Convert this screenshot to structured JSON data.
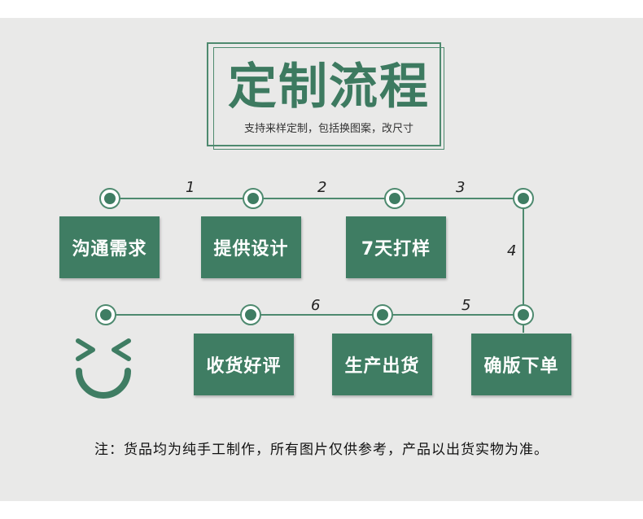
{
  "header": {
    "title": "定制流程",
    "subtitle": "支持来样定制，包括换图案，改尺寸"
  },
  "steps": [
    {
      "label": "沟通需求"
    },
    {
      "label": "提供设计"
    },
    {
      "label": "7天打样"
    },
    {
      "label": "确版下单"
    },
    {
      "label": "生产出货"
    },
    {
      "label": "收货好评"
    }
  ],
  "step_numbers": [
    "1",
    "2",
    "3",
    "4",
    "5",
    "6"
  ],
  "note": "注：货品均为纯手工制作，所有图片仅供参考，产品以出货实物为准。",
  "colors": {
    "accent": "#3f7d63",
    "line": "#4e8a6f",
    "background": "#e9e9e8"
  },
  "icons": [
    "smiley-face-icon"
  ]
}
